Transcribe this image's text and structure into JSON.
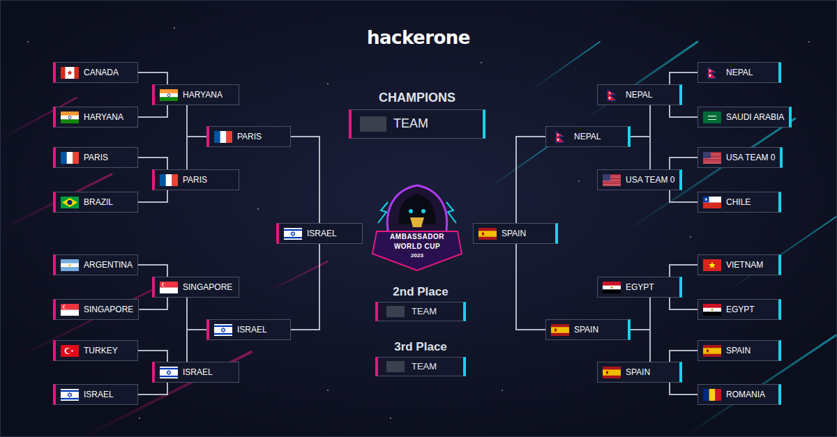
{
  "diagram": {
    "nodes": [
      {
        "text": [
          "CANADA"
        ]
      },
      {
        "text": [
          "HARYANA"
        ]
      },
      {
        "text": [
          "PARIS"
        ]
      },
      {
        "text": [
          "BRAZIL"
        ]
      },
      {
        "text": [
          "ARGENTINA"
        ]
      },
      {
        "text": [
          "SINGAPORE"
        ]
      },
      {
        "text": [
          "TURKEY"
        ]
      },
      {
        "text": [
          "ISRAEL"
        ]
      },
      {
        "text": [
          "HARYANA"
        ]
      },
      {
        "text": [
          "PARIS"
        ]
      },
      {
        "text": [
          "SINGAPORE"
        ]
      },
      {
        "text": [
          "ISRAEL"
        ]
      },
      {
        "text": [
          "PARIS"
        ]
      },
      {
        "text": [
          "ISRAEL"
        ]
      },
      {
        "text": [
          "ISRAEL"
        ]
      },
      {
        "text": [
          "CHAMPIONS",
          "TEAM"
        ]
      },
      {
        "text": [
          "2nd Place",
          "TEAM"
        ]
      },
      {
        "text": [
          "3rd Place",
          "TEAM"
        ]
      },
      {
        "text": [
          "SPAIN"
        ]
      },
      {
        "text": [
          "NEPAL"
        ]
      },
      {
        "text": [
          "SPAIN"
        ]
      },
      {
        "text": [
          "NEPAL"
        ]
      },
      {
        "text": [
          "USA TEAM 0"
        ]
      },
      {
        "text": [
          "EGYPT"
        ]
      },
      {
        "text": [
          "SPAIN"
        ]
      },
      {
        "text": [
          "NEPAL"
        ]
      },
      {
        "text": [
          "SAUDI ARABIA"
        ]
      },
      {
        "text": [
          "USA TEAM 0"
        ]
      },
      {
        "text": [
          "CHILE"
        ]
      },
      {
        "text": [
          "VIETNAM"
        ]
      },
      {
        "text": [
          "EGYPT"
        ]
      },
      {
        "text": [
          "SPAIN"
        ]
      },
      {
        "text": [
          "ROMANIA"
        ]
      }
    ],
    "edges": [
      {
        "from": 0,
        "to": 8,
        "arrow": "none"
      },
      {
        "from": 1,
        "to": 8,
        "arrow": "none"
      },
      {
        "from": 2,
        "to": 9,
        "arrow": "none"
      },
      {
        "from": 3,
        "to": 9,
        "arrow": "none"
      },
      {
        "from": 4,
        "to": 10,
        "arrow": "none"
      },
      {
        "from": 5,
        "to": 10,
        "arrow": "none"
      },
      {
        "from": 6,
        "to": 11,
        "arrow": "none"
      },
      {
        "from": 7,
        "to": 11,
        "arrow": "none"
      },
      {
        "from": 8,
        "to": 12,
        "arrow": "none"
      },
      {
        "from": 9,
        "to": 12,
        "arrow": "none"
      },
      {
        "from": 10,
        "to": 13,
        "arrow": "none"
      },
      {
        "from": 11,
        "to": 13,
        "arrow": "none"
      },
      {
        "from": 12,
        "to": 14,
        "arrow": "none"
      },
      {
        "from": 13,
        "to": 14,
        "arrow": "none"
      },
      {
        "from": 25,
        "to": 21,
        "arrow": "none"
      },
      {
        "from": 26,
        "to": 21,
        "arrow": "none"
      },
      {
        "from": 27,
        "to": 22,
        "arrow": "none"
      },
      {
        "from": 28,
        "to": 22,
        "arrow": "none"
      },
      {
        "from": 29,
        "to": 23,
        "arrow": "none"
      },
      {
        "from": 30,
        "to": 23,
        "arrow": "none"
      },
      {
        "from": 31,
        "to": 24,
        "arrow": "none"
      },
      {
        "from": 32,
        "to": 24,
        "arrow": "none"
      },
      {
        "from": 21,
        "to": 19,
        "arrow": "none"
      },
      {
        "from": 22,
        "to": 19,
        "arrow": "none"
      },
      {
        "from": 23,
        "to": 20,
        "arrow": "none"
      },
      {
        "from": 24,
        "to": 20,
        "arrow": "none"
      },
      {
        "from": 19,
        "to": 18,
        "arrow": "none"
      },
      {
        "from": 20,
        "to": 18,
        "arrow": "none"
      }
    ],
    "labels": [
      "hackerone",
      "AMBASSADOR",
      "WORLD CUP",
      "2023"
    ]
  }
}
